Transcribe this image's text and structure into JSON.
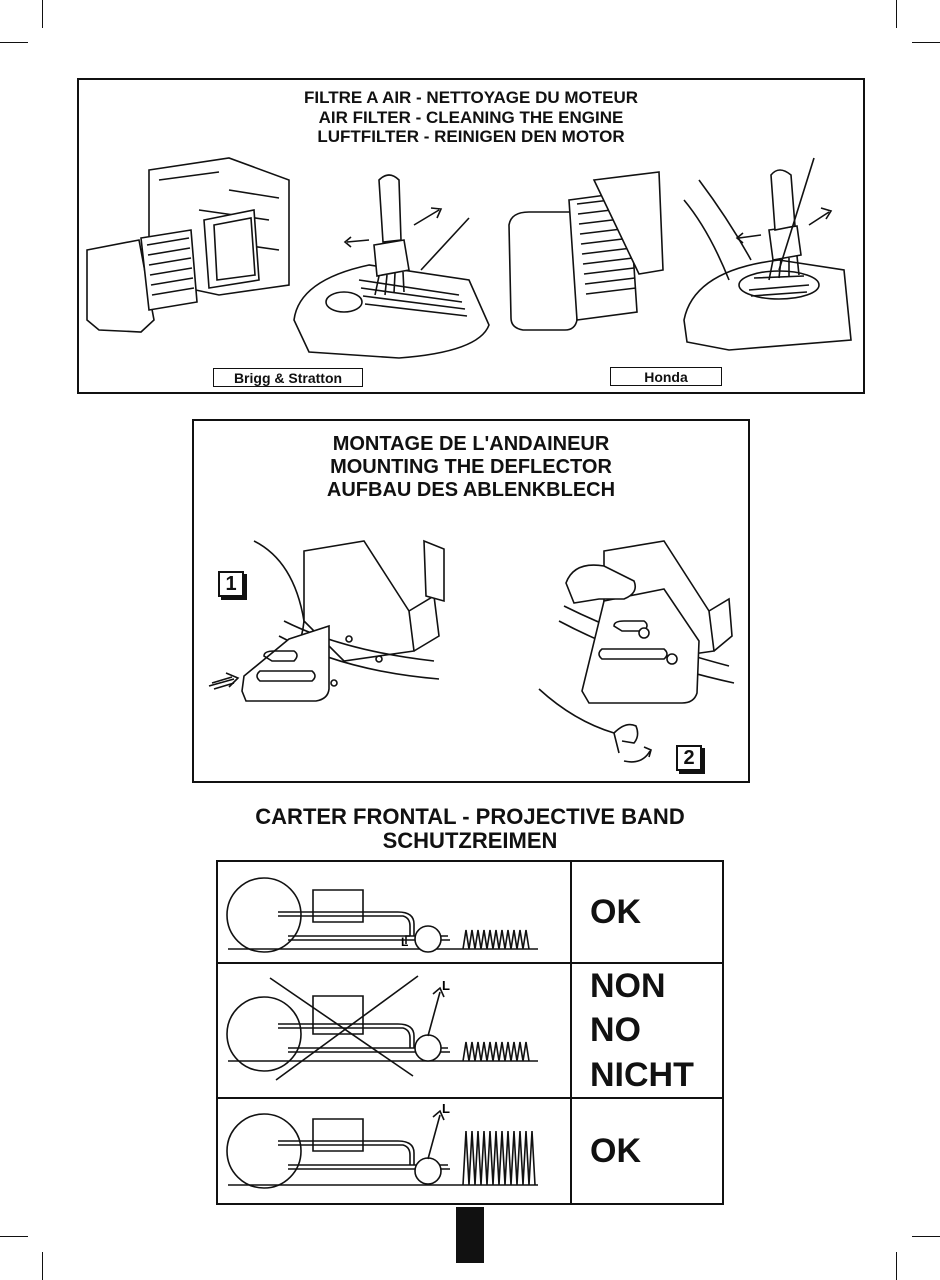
{
  "air_filter": {
    "titles": [
      "FILTRE A AIR - NETTOYAGE DU MOTEUR",
      "AIR FILTER - CLEANING THE ENGINE",
      "LUFTFILTER - REINIGEN DEN MOTOR"
    ],
    "brand_left": "Brigg & Stratton",
    "brand_right": "Honda"
  },
  "deflector": {
    "titles": [
      "MONTAGE DE L'ANDAINEUR",
      "MOUNTING THE DEFLECTOR",
      "AUFBAU DES ABLENKBLECH"
    ],
    "step1": "1",
    "step2": "2"
  },
  "band": {
    "titles": [
      "CARTER FRONTAL - PROJECTIVE BAND",
      "SCHUTZREIMEN"
    ],
    "rows": [
      {
        "verdict": [
          "OK"
        ],
        "marker": ""
      },
      {
        "verdict": [
          "NON",
          "NO",
          "NICHT"
        ],
        "marker": "L"
      },
      {
        "verdict": [
          "OK"
        ],
        "marker": "L"
      }
    ],
    "row1_marker": "L"
  }
}
